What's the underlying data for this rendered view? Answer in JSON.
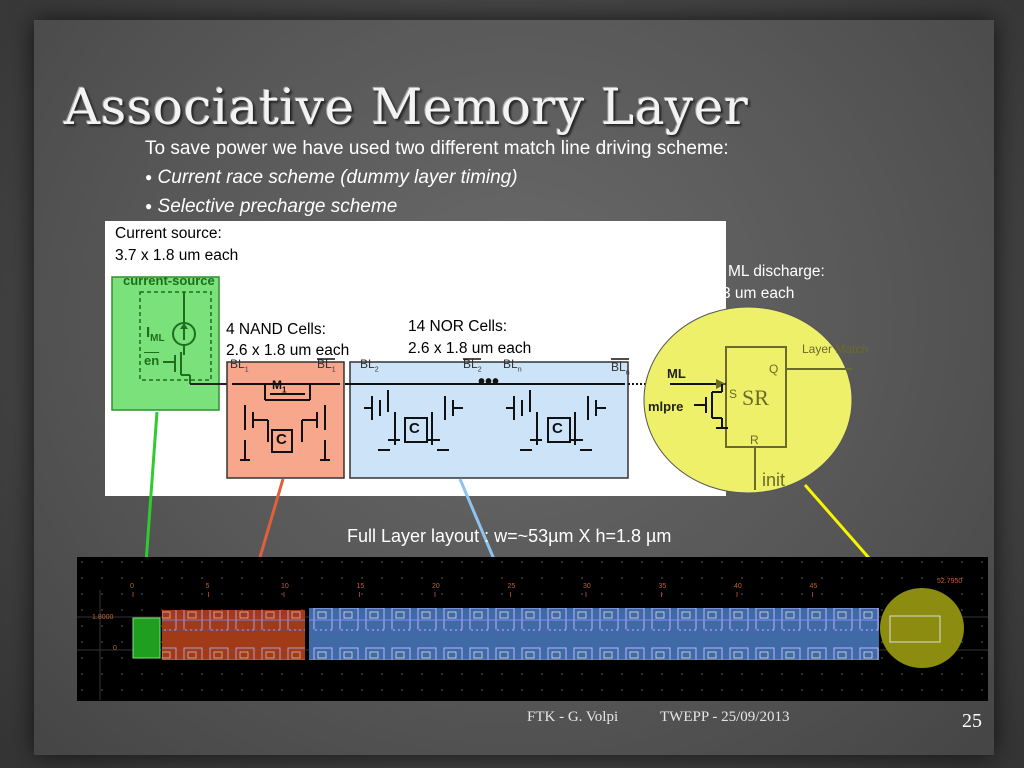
{
  "slide": {
    "title": "Associative Memory Layer",
    "intro": "To save power we have used two different match line driving scheme:",
    "bullets": [
      "Current race scheme (dummy layer timing)",
      "Selective precharge scheme"
    ],
    "bullet_glyph": "●"
  },
  "schematic": {
    "current_source_note": [
      "Current source:",
      "3.7 x 1.8 um each"
    ],
    "current_source_box_label": "current-source",
    "iml_label": "I",
    "iml_sub": "ML",
    "en_label": "en",
    "nand_note": [
      "4 NAND Cells:",
      "2.6 x 1.8 um each"
    ],
    "nor_note": [
      "14 NOR Cells:",
      "2.6 x 1.8 um each"
    ],
    "ml_discharge_note": [
      "ML discharge:",
      "3 um each"
    ],
    "m1_label": "M",
    "m1_sub": "1",
    "cap_label": "C",
    "bl_labels": [
      {
        "base": "BL",
        "sub": "1"
      },
      {
        "base": "BL",
        "sub": "1"
      },
      {
        "base": "BL",
        "sub": "2"
      },
      {
        "base": "BL",
        "sub": "2"
      },
      {
        "base": "BL",
        "sub": "n"
      },
      {
        "base": "BL",
        "sub": "n"
      }
    ],
    "ml_label": "ML",
    "mlpre_label": "mlpre",
    "sr_label": "SR",
    "s_label": "S",
    "q_label": "Q",
    "r_label": "R",
    "init_label": "init",
    "layer_match_label": "Layer Match"
  },
  "caption": "Full Layer layout : w=~53µm X h=1.8 µm",
  "layout_view": {
    "x_ticks": [
      "0",
      "5",
      "10",
      "15",
      "20",
      "25",
      "30",
      "35",
      "40",
      "45"
    ],
    "x_end": "52.7950",
    "y_labels": [
      "1.8000",
      "0"
    ]
  },
  "footer": {
    "author": "FTK - G. Volpi",
    "event": "TWEPP - 25/09/2013",
    "page": "25"
  },
  "colors": {
    "current_source": "#7be27b",
    "nand": "#f7a88c",
    "nor": "#cde3f8",
    "sr_circle": "#eef06a",
    "arrow_green": "#2ecc2e",
    "arrow_orange": "#e0603c",
    "arrow_blue": "#8fc3f0",
    "arrow_yellow": "#f6f600"
  }
}
